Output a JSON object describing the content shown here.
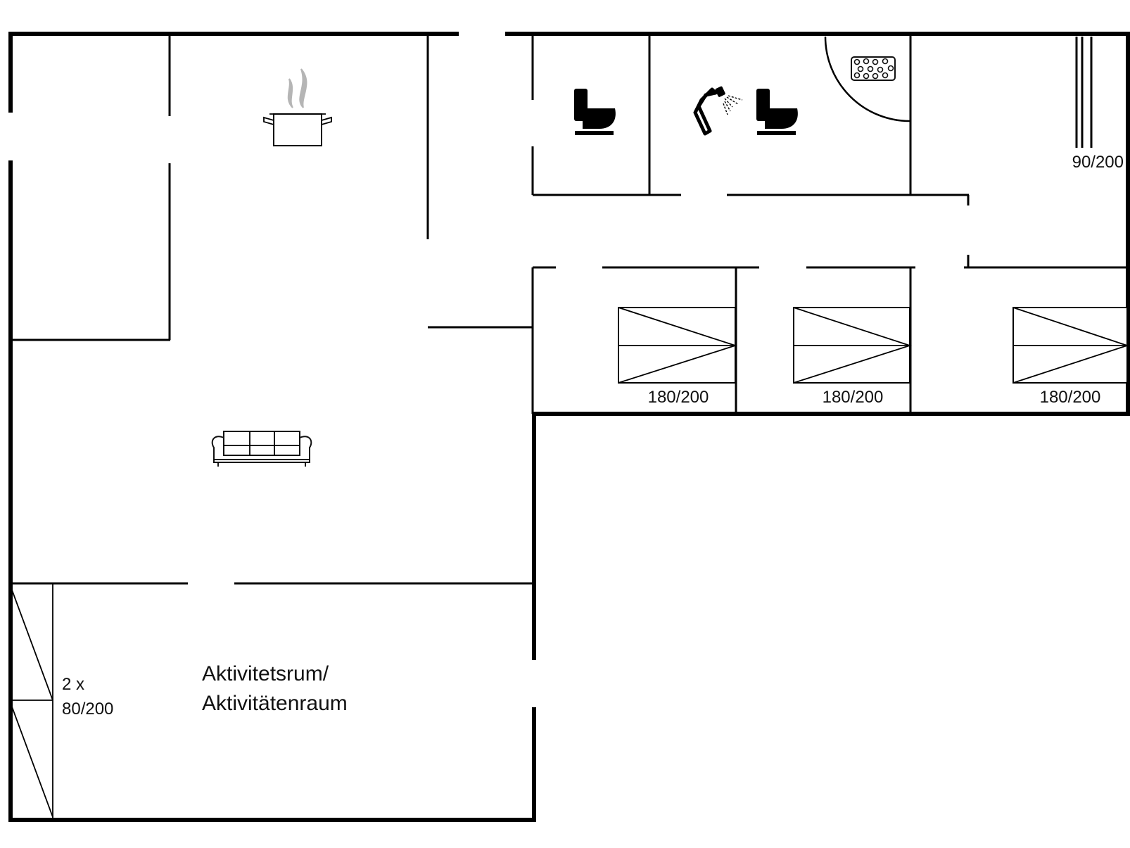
{
  "labels": {
    "bed_single_top": "90/200",
    "bed_double_1": "180/200",
    "bed_double_2": "180/200",
    "bed_double_3": "180/200",
    "bunk_count": "2 x",
    "bunk_size": "80/200",
    "activity_room_dk": "Aktivitetsrum/",
    "activity_room_de": "Aktivitätenraum"
  },
  "icons": {
    "kitchen": "cooking-pot-icon",
    "sofa": "sofa-icon",
    "toilet": "toilet-icon",
    "shower": "shower-icon",
    "whirlpool": "whirlpool-icon"
  },
  "colors": {
    "wall": "#000000",
    "steam": "#b5b5b5",
    "background": "#ffffff"
  }
}
